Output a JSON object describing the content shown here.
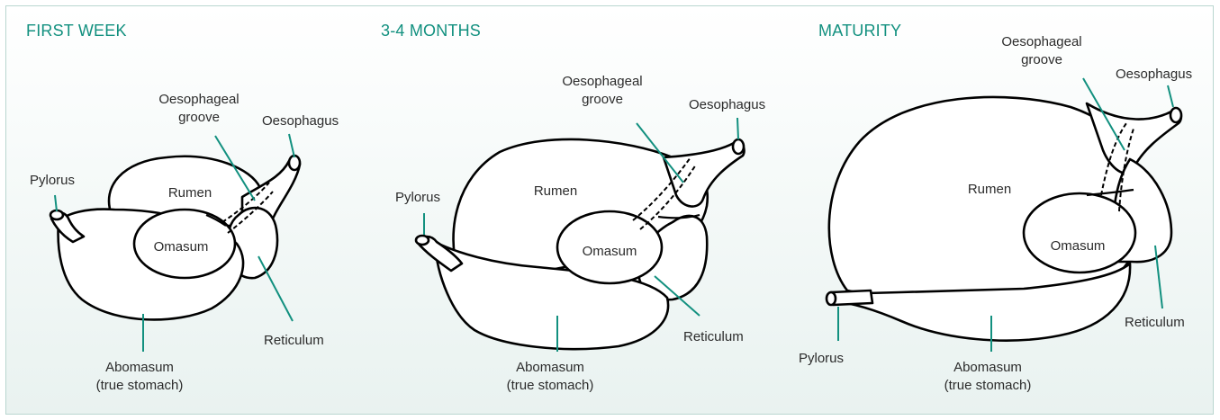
{
  "colors": {
    "accent": "#12907f",
    "outline": "#000000",
    "label": "#2b2b2b"
  },
  "stages": [
    {
      "title": "FIRST WEEK",
      "labels": {
        "pylorus": "Pylorus",
        "rumen": "Rumen",
        "omasum": "Omasum",
        "oesophageal_groove_1": "Oesophageal",
        "oesophageal_groove_2": "groove",
        "oesophagus": "Oesophagus",
        "reticulum": "Reticulum",
        "abomasum_1": "Abomasum",
        "abomasum_2": "(true stomach)"
      }
    },
    {
      "title": "3-4 MONTHS",
      "labels": {
        "pylorus": "Pylorus",
        "rumen": "Rumen",
        "omasum": "Omasum",
        "oesophageal_groove_1": "Oesophageal",
        "oesophageal_groove_2": "groove",
        "oesophagus": "Oesophagus",
        "reticulum": "Reticulum",
        "abomasum_1": "Abomasum",
        "abomasum_2": "(true stomach)"
      }
    },
    {
      "title": "MATURITY",
      "labels": {
        "pylorus": "Pylorus",
        "rumen": "Rumen",
        "omasum": "Omasum",
        "oesophageal_groove_1": "Oesophageal",
        "oesophageal_groove_2": "groove",
        "oesophagus": "Oesophagus",
        "reticulum": "Reticulum",
        "abomasum_1": "Abomasum",
        "abomasum_2": "(true stomach)"
      }
    }
  ]
}
